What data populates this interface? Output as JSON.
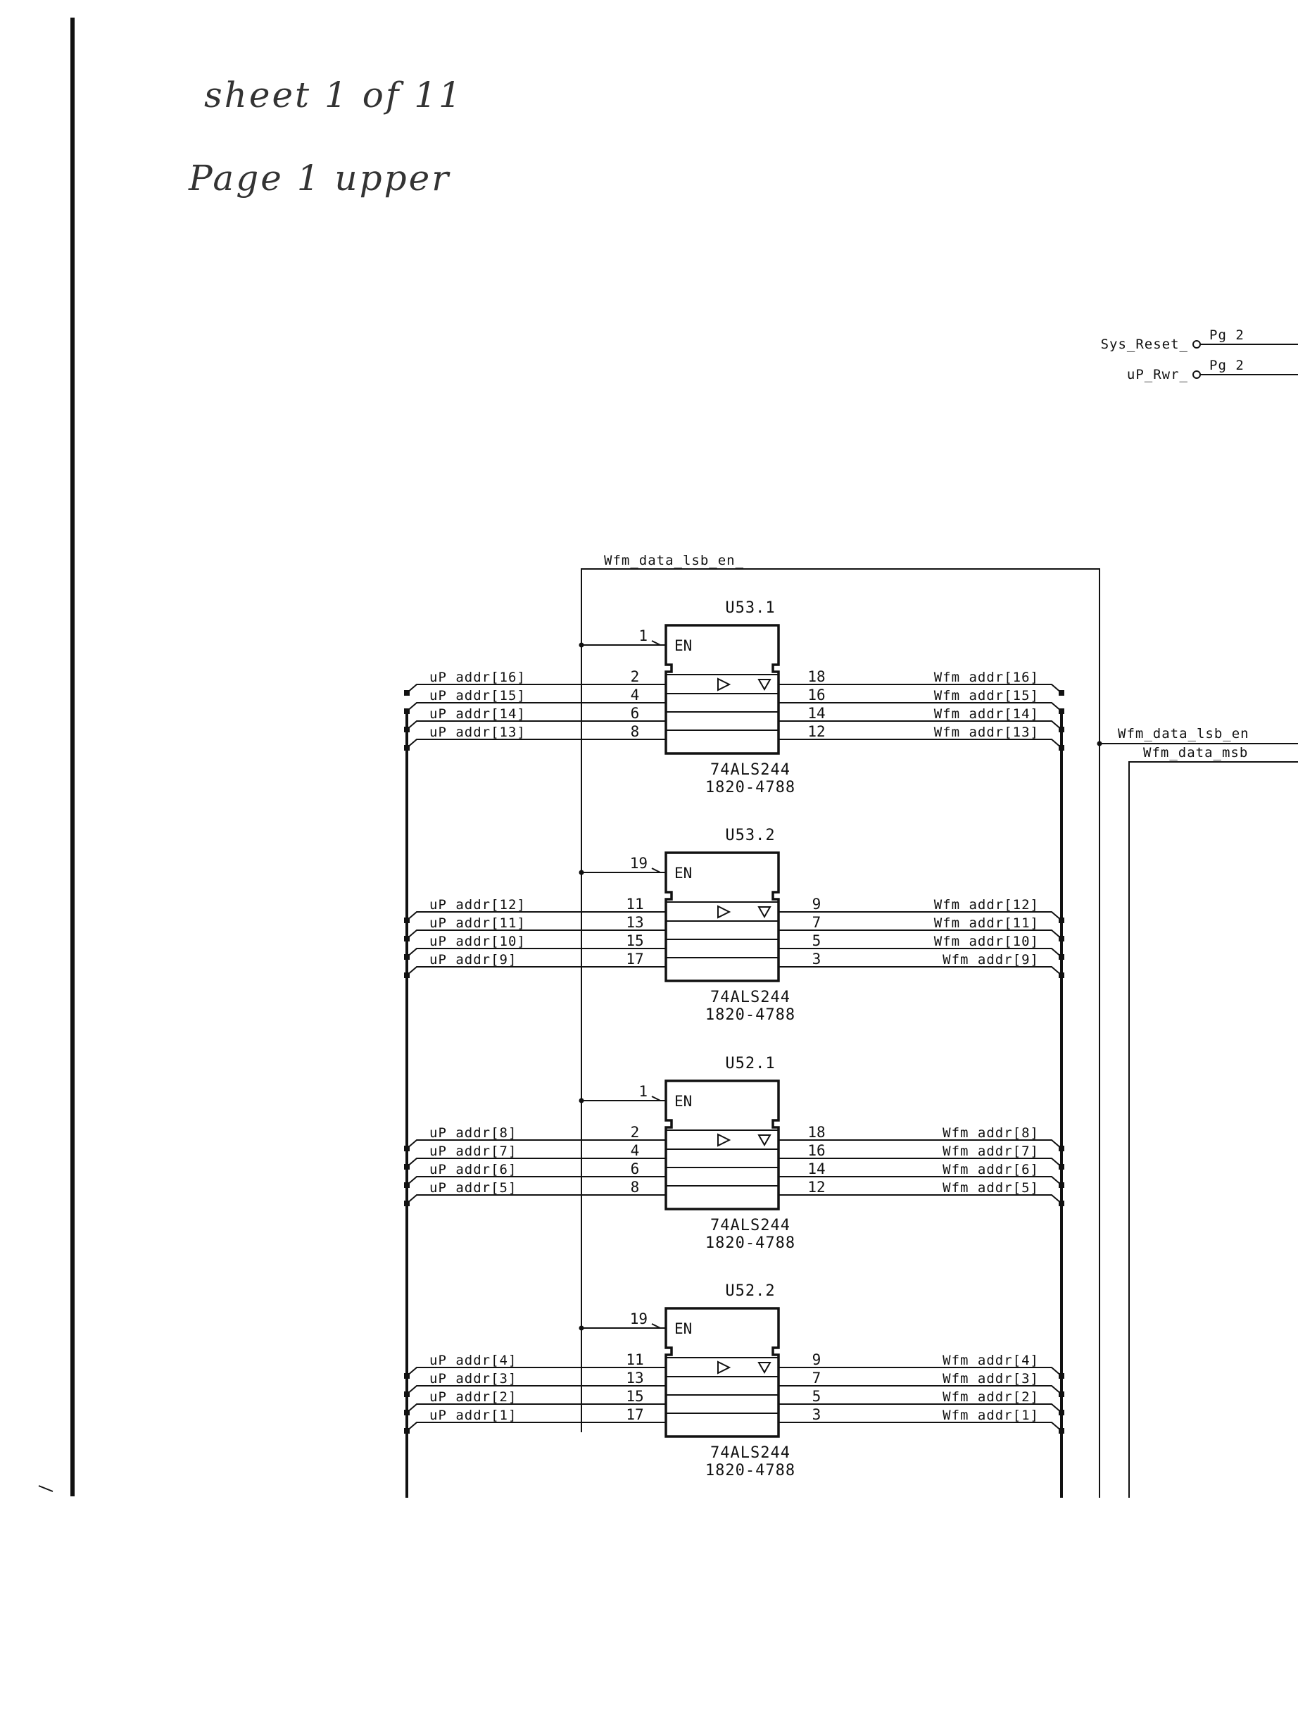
{
  "handwritten_notes": [
    "sheet 1 of 11",
    "Page 1 upper"
  ],
  "offpage_signals": [
    {
      "name": "Sys_Reset_",
      "ref": "Pg 2"
    },
    {
      "name": "uP_Rwr_",
      "ref": "Pg 2"
    }
  ],
  "enable_nets": {
    "top": "Wfm_data_lsb_en_",
    "right_a": "Wfm_data_lsb_en",
    "right_b": "Wfm_data_msb"
  },
  "buffers": [
    {
      "ref": "U53.1",
      "enable_pin": "1",
      "enable_label": "EN",
      "part": "74ALS244",
      "part_no": "1820-4788",
      "in_pins": [
        "2",
        "4",
        "6",
        "8"
      ],
      "out_pins": [
        "18",
        "16",
        "14",
        "12"
      ],
      "in_nets": [
        "uP_addr[16]",
        "uP_addr[15]",
        "uP_addr[14]",
        "uP_addr[13]"
      ],
      "out_nets": [
        "Wfm_addr[16]",
        "Wfm_addr[15]",
        "Wfm_addr[14]",
        "Wfm_addr[13]"
      ]
    },
    {
      "ref": "U53.2",
      "enable_pin": "19",
      "enable_label": "EN",
      "part": "74ALS244",
      "part_no": "1820-4788",
      "in_pins": [
        "11",
        "13",
        "15",
        "17"
      ],
      "out_pins": [
        "9",
        "7",
        "5",
        "3"
      ],
      "in_nets": [
        "uP_addr[12]",
        "uP_addr[11]",
        "uP_addr[10]",
        "uP_addr[9]"
      ],
      "out_nets": [
        "Wfm_addr[12]",
        "Wfm_addr[11]",
        "Wfm_addr[10]",
        "Wfm_addr[9]"
      ]
    },
    {
      "ref": "U52.1",
      "enable_pin": "1",
      "enable_label": "EN",
      "part": "74ALS244",
      "part_no": "1820-4788",
      "in_pins": [
        "2",
        "4",
        "6",
        "8"
      ],
      "out_pins": [
        "18",
        "16",
        "14",
        "12"
      ],
      "in_nets": [
        "uP_addr[8]",
        "uP_addr[7]",
        "uP_addr[6]",
        "uP_addr[5]"
      ],
      "out_nets": [
        "Wfm_addr[8]",
        "Wfm_addr[7]",
        "Wfm_addr[6]",
        "Wfm_addr[5]"
      ]
    },
    {
      "ref": "U52.2",
      "enable_pin": "19",
      "enable_label": "EN",
      "part": "74ALS244",
      "part_no": "1820-4788",
      "in_pins": [
        "11",
        "13",
        "15",
        "17"
      ],
      "out_pins": [
        "9",
        "7",
        "5",
        "3"
      ],
      "in_nets": [
        "uP_addr[4]",
        "uP_addr[3]",
        "uP_addr[2]",
        "uP_addr[1]"
      ],
      "out_nets": [
        "Wfm_addr[4]",
        "Wfm_addr[3]",
        "Wfm_addr[2]",
        "Wfm_addr[1]"
      ]
    }
  ]
}
